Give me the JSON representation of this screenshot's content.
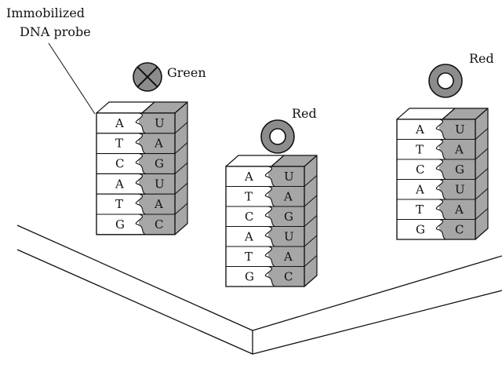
{
  "annotation": {
    "line1": "Immobilized",
    "line2": "DNA probe"
  },
  "stacks": [
    {
      "dna_bases": [
        "A",
        "T",
        "C",
        "A",
        "T",
        "G"
      ],
      "rna_bases": [
        "U",
        "A",
        "G",
        "U",
        "A",
        "C"
      ],
      "label_marker": "crossed-circle",
      "label_text": "Green"
    },
    {
      "dna_bases": [
        "A",
        "T",
        "C",
        "A",
        "T",
        "G"
      ],
      "rna_bases": [
        "U",
        "A",
        "G",
        "U",
        "A",
        "C"
      ],
      "label_marker": "ring",
      "label_text": "Red"
    },
    {
      "dna_bases": [
        "A",
        "T",
        "C",
        "A",
        "T",
        "G"
      ],
      "rna_bases": [
        "U",
        "A",
        "G",
        "U",
        "A",
        "C"
      ],
      "label_marker": "ring",
      "label_text": "Red"
    }
  ],
  "colors": {
    "line": "#111111",
    "rna_fill": "#a6a6a6",
    "label_fill": "#8c8c8c",
    "dna_fill": "#ffffff"
  }
}
